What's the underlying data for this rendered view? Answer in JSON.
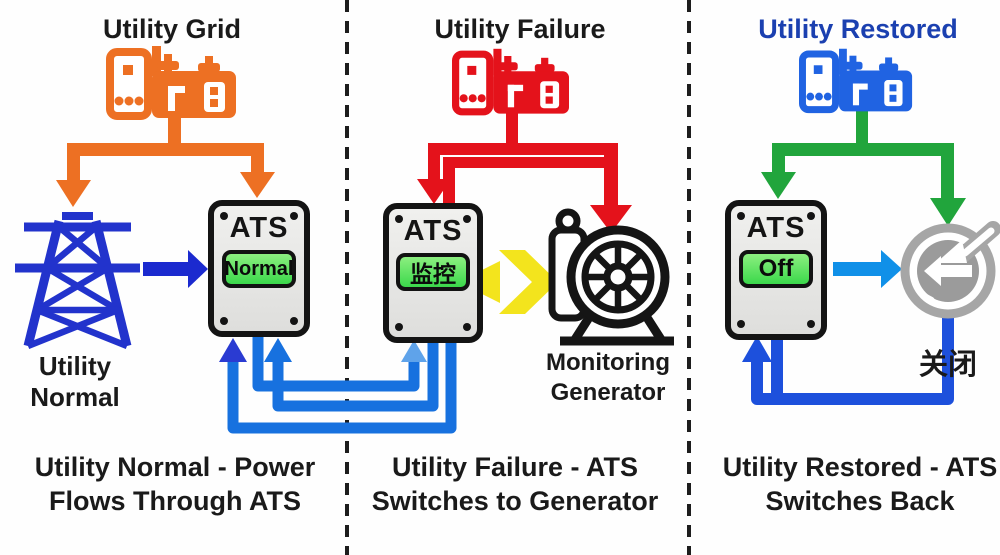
{
  "panels": [
    {
      "title": "Utility Grid",
      "source_label": "Utility Normal",
      "ats_label": "ATS",
      "ats_status": "Normal",
      "caption_line1": "Utility Normal - Power",
      "caption_line2": "Flows Through ATS"
    },
    {
      "title": "Utility Failure",
      "ats_label": "ATS",
      "ats_status": "监控",
      "generator_label_line1": "Monitoring",
      "generator_label_line2": "Generator",
      "caption_line1": "Utility Failure - ATS",
      "caption_line2": "Switches to Generator"
    },
    {
      "title": "Utility Restored",
      "ats_label": "ATS",
      "ats_status": "Off",
      "switch_label": "关闭",
      "caption_line1": "Utility Restored - ATS",
      "caption_line2": "Switches Back"
    }
  ],
  "colors": {
    "orange": "#ED7023",
    "red": "#E4121B",
    "green": "#21A53C",
    "tower_blue": "#2233CC",
    "blue_dark": "#1B2ACF",
    "blue_loop": "#1771DF",
    "blue_loop2": "#1D50DC",
    "head_dark": "#2A3BD2",
    "head_light": "#5FA3EA",
    "cyan": "#1090E8",
    "yellow": "#F3E41D",
    "gray": "#A6A6A6",
    "title_blue": "#1B40B0",
    "station_blue": "#2063E2"
  }
}
